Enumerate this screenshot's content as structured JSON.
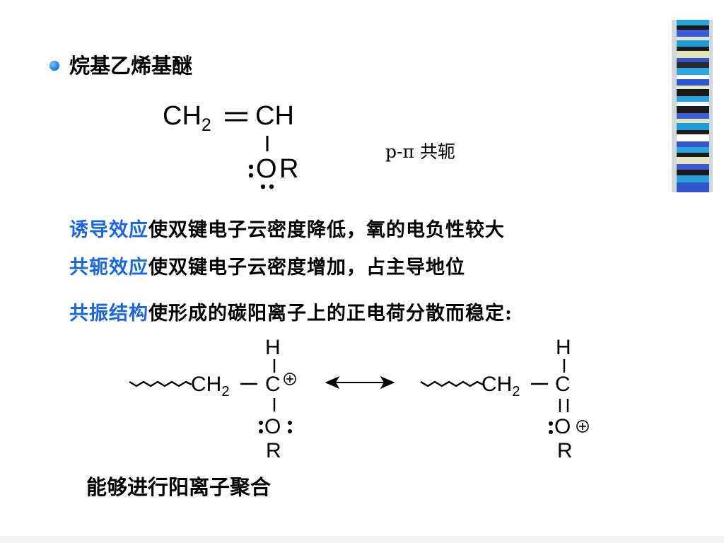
{
  "bullet": {
    "text": "烷基乙烯基醚"
  },
  "structure1": {
    "ch2": "CH",
    "ch2_sub": "2",
    "ch": "CH",
    "o": "O",
    "r": "R"
  },
  "pi_label": "p-π 共轭",
  "lines": [
    {
      "highlight": "诱导效应",
      "rest": "使双键电子云密度降低，氧的电负性较大"
    },
    {
      "highlight": "共轭效应",
      "rest": "使双键电子云密度增加，占主导地位"
    },
    {
      "highlight": "共振结构",
      "rest": "使形成的碳阳离子上的正电荷分散而稳定:"
    }
  ],
  "structure2": {
    "h": "H",
    "ch2": "CH",
    "ch2_sub": "2",
    "c": "C",
    "o": "O",
    "r": "R",
    "plus": "+"
  },
  "structure3": {
    "h": "H",
    "ch2": "CH",
    "ch2_sub": "2",
    "c": "C",
    "o": "O",
    "r": "R",
    "plus": "+"
  },
  "bottom_text": "能够进行阳离子聚合",
  "colors": {
    "highlight": "#1a66e0",
    "bullet": "#1a73d1"
  }
}
